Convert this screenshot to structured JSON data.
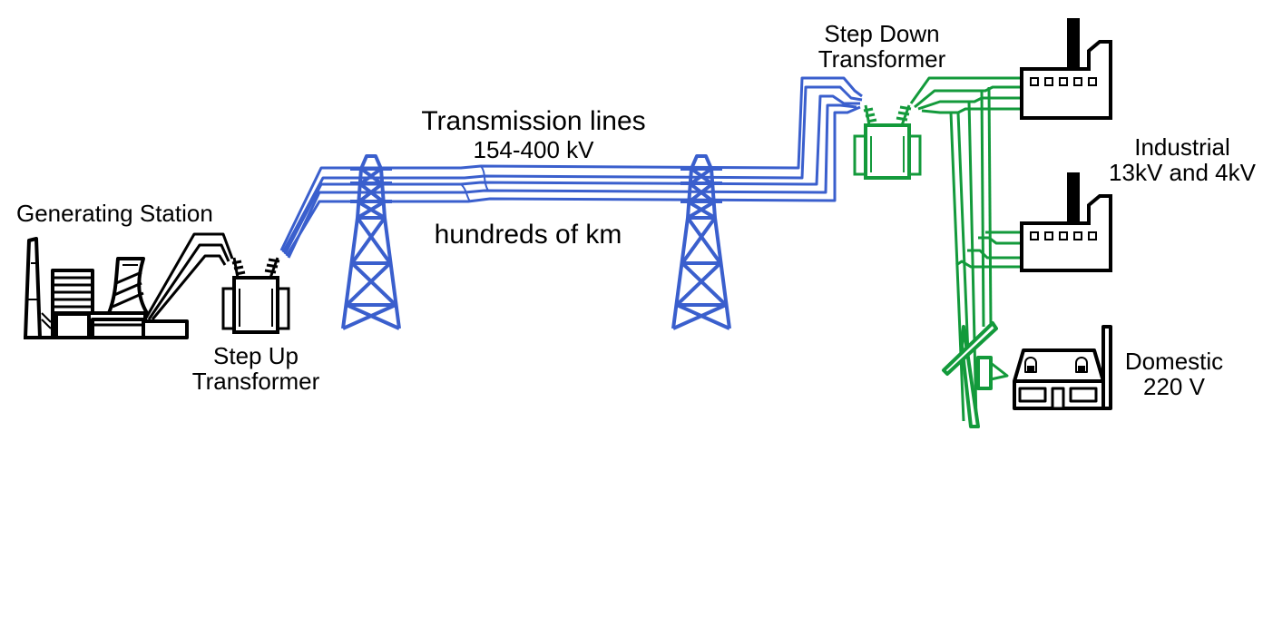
{
  "labels": {
    "generating_station": "Generating Station",
    "step_up_line1": "Step Up",
    "step_up_line2": "Transformer",
    "transmission_title": "Transmission lines",
    "transmission_voltage": "154-400 kV",
    "distance": "hundreds of km",
    "step_down_line1": "Step Down",
    "step_down_line2": "Transformer",
    "industrial_line1": "Industrial",
    "industrial_line2": "13kV and 4kV",
    "domestic_line1": "Domestic",
    "domestic_line2": "220 V"
  },
  "colors": {
    "generation": "#000000",
    "transmission": "#3a5fcd",
    "distribution": "#139a3b",
    "buildings": "#000000"
  },
  "icons": [
    "power-plant-icon",
    "step-up-transformer-icon",
    "transmission-tower-icon",
    "step-down-transformer-icon",
    "factory-icon",
    "utility-pole-icon",
    "house-icon"
  ]
}
